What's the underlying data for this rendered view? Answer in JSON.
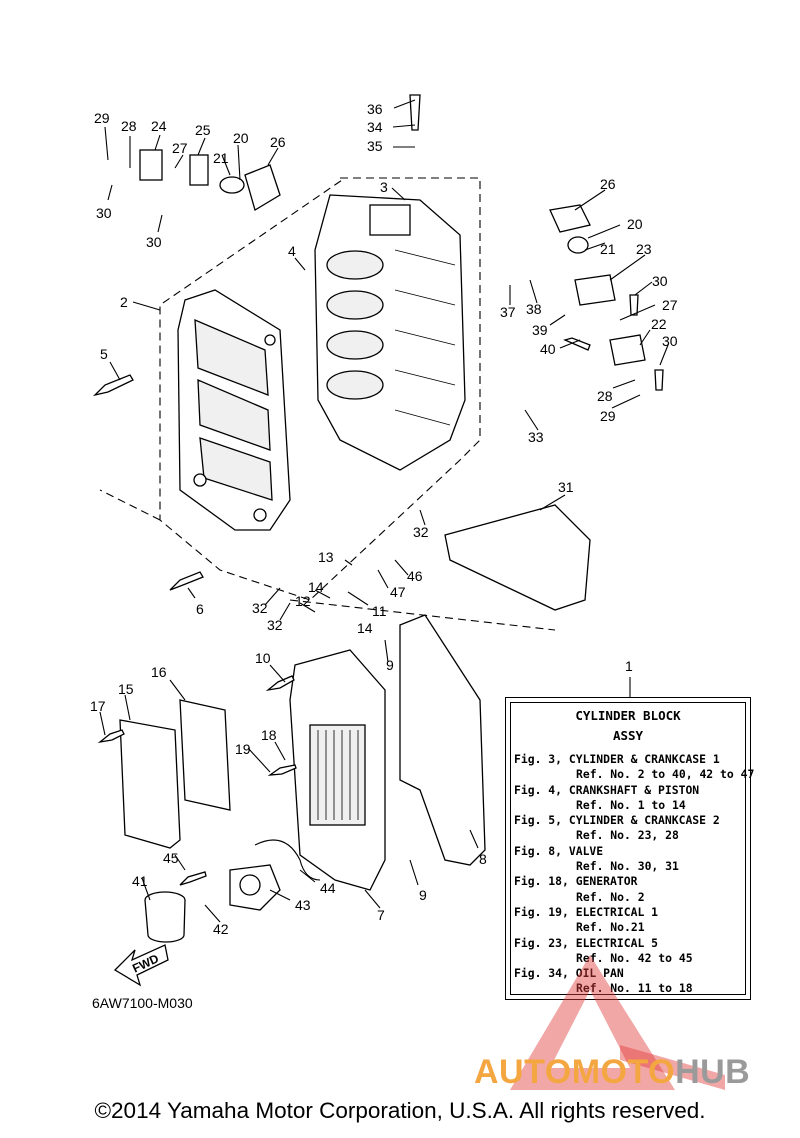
{
  "diagram": {
    "callouts": [
      "1",
      "2",
      "3",
      "4",
      "5",
      "6",
      "7",
      "8",
      "9",
      "9",
      "10",
      "11",
      "12",
      "13",
      "14",
      "14",
      "15",
      "16",
      "17",
      "18",
      "19",
      "20",
      "20",
      "21",
      "21",
      "22",
      "23",
      "24",
      "25",
      "26",
      "26",
      "27",
      "27",
      "28",
      "28",
      "29",
      "29",
      "30",
      "30",
      "30",
      "30",
      "31",
      "32",
      "32",
      "32",
      "33",
      "34",
      "35",
      "36",
      "37",
      "38",
      "39",
      "40",
      "41",
      "42",
      "43",
      "44",
      "45",
      "46",
      "47"
    ],
    "fwd_label": "FWD",
    "diagram_code": "6AW7100-M030"
  },
  "assy": {
    "title_line1": "CYLINDER BLOCK",
    "title_line2": "ASSY",
    "refs": [
      {
        "fig": "Fig. 3, CYLINDER & CRANKCASE 1",
        "ref": "Ref. No. 2 to 40, 42 to 47"
      },
      {
        "fig": "Fig. 4, CRANKSHAFT & PISTON",
        "ref": "Ref. No. 1 to 14"
      },
      {
        "fig": "Fig. 5, CYLINDER & CRANKCASE 2",
        "ref": "Ref. No. 23, 28"
      },
      {
        "fig": "Fig. 8, VALVE",
        "ref": "Ref. No. 30, 31"
      },
      {
        "fig": "Fig. 18, GENERATOR",
        "ref": "Ref. No. 2"
      },
      {
        "fig": "Fig. 19, ELECTRICAL 1",
        "ref": "Ref. No.21"
      },
      {
        "fig": "Fig. 23, ELECTRICAL 5",
        "ref": "Ref. No. 42 to 45"
      },
      {
        "fig": "Fig. 34, OIL PAN",
        "ref": "Ref. No. 11 to 18"
      }
    ]
  },
  "watermark": {
    "part1": "AUTOMOTO",
    "part2": "HUB",
    "color_main": "#f4a640",
    "color_second": "#9a9a9a",
    "color_triangle": "#e23b3b"
  },
  "copyright": "©2014 Yamaha Motor Corporation, U.S.A. All rights reserved."
}
